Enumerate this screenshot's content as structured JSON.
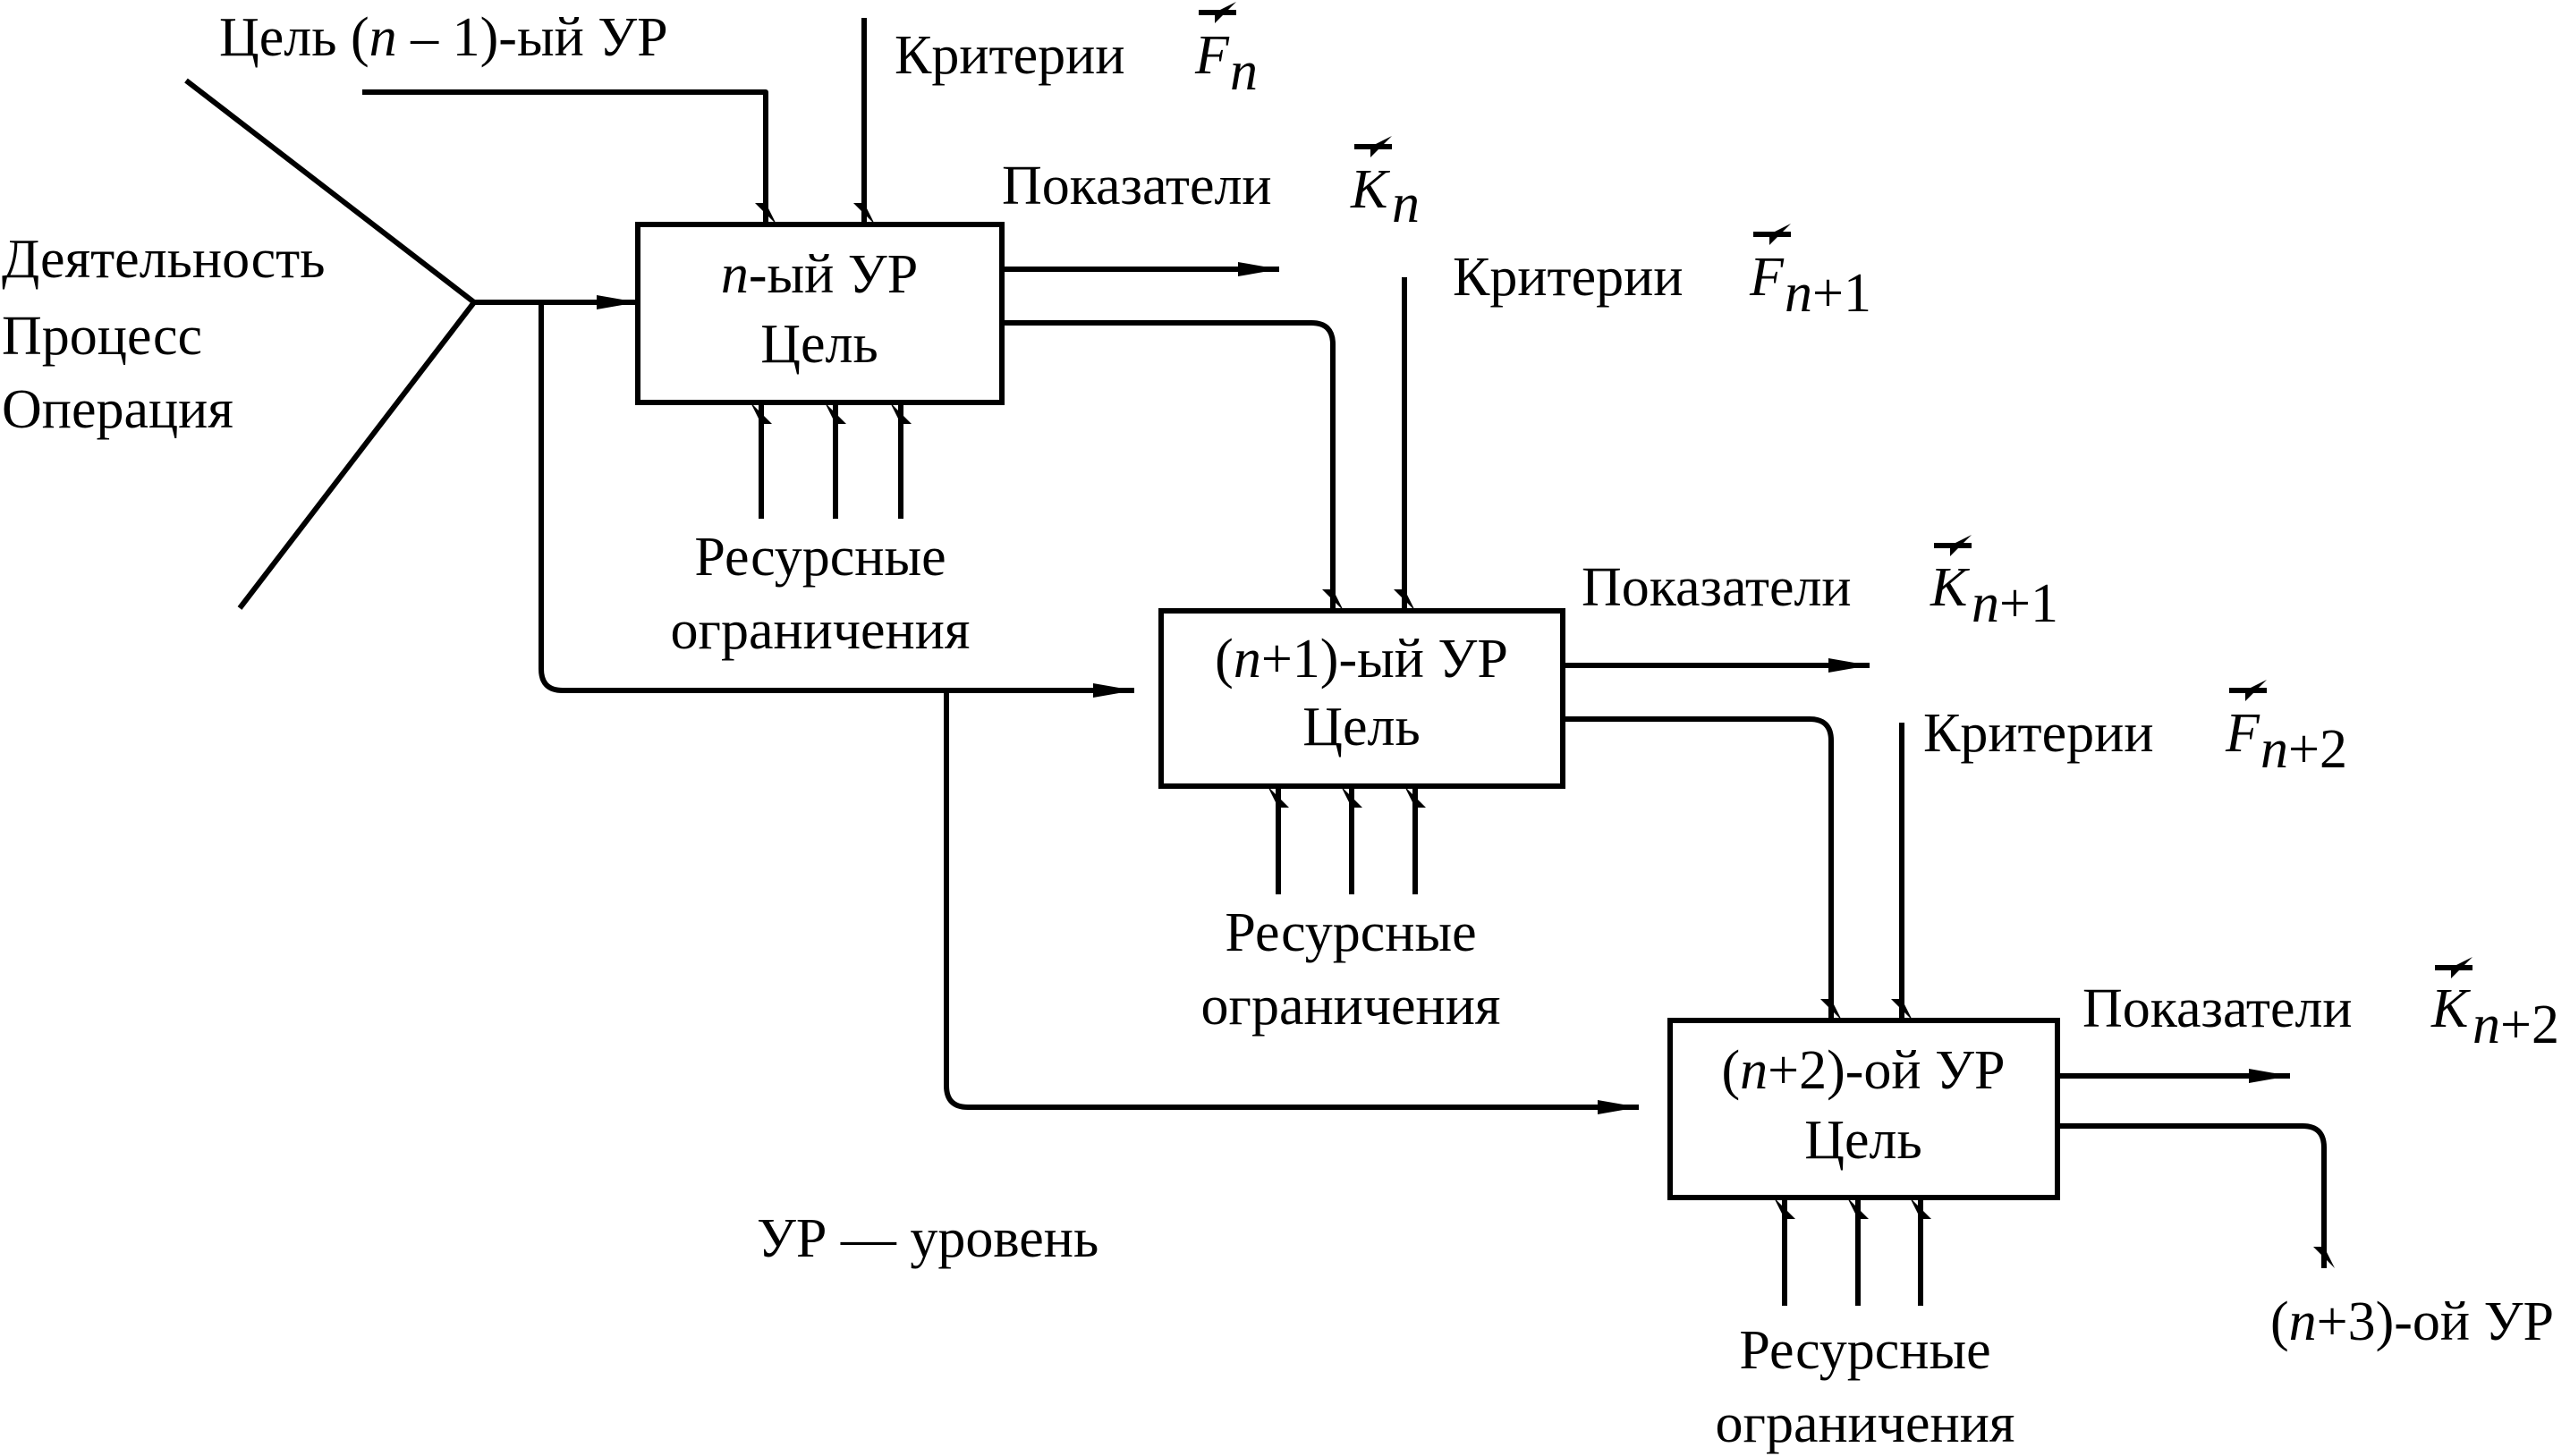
{
  "labels": {
    "top_goal": {
      "pre": "Цель (",
      "var": "n",
      "post": " – 1)-ый УР"
    },
    "activity_lines": [
      "Деятельность",
      "Процесс",
      "Операция"
    ],
    "legend": "УР — уровень",
    "next_level": {
      "pre": "(",
      "var": "n",
      "post": "+3)-ой УР"
    }
  },
  "levels": [
    {
      "title": {
        "pre": "",
        "var": "n",
        "post": "-ый УР"
      },
      "goal": "Цель",
      "criteria": {
        "word": "Критерии",
        "letter": "F",
        "sub_var": "n",
        "sub_suffix": ""
      },
      "indicators": {
        "word": "Показатели",
        "letter": "K",
        "sub_var": "n",
        "sub_suffix": ""
      },
      "resources": [
        "Ресурсные",
        "ограничения"
      ]
    },
    {
      "title": {
        "pre": "(",
        "var": "n",
        "post": "+1)-ый УР"
      },
      "goal": "Цель",
      "criteria": {
        "word": "Критерии",
        "letter": "F",
        "sub_var": "n",
        "sub_suffix": "+1"
      },
      "indicators": {
        "word": "Показатели",
        "letter": "K",
        "sub_var": "n",
        "sub_suffix": "+1"
      },
      "resources": [
        "Ресурсные",
        "ограничения"
      ]
    },
    {
      "title": {
        "pre": "(",
        "var": "n",
        "post": "+2)-ой УР"
      },
      "goal": "Цель",
      "criteria": {
        "word": "Критерии",
        "letter": "F",
        "sub_var": "n",
        "sub_suffix": "+2"
      },
      "indicators": {
        "word": "Показатели",
        "letter": "K",
        "sub_var": "n",
        "sub_suffix": "+2"
      },
      "resources": [
        "Ресурсные",
        "ограничения"
      ]
    }
  ]
}
